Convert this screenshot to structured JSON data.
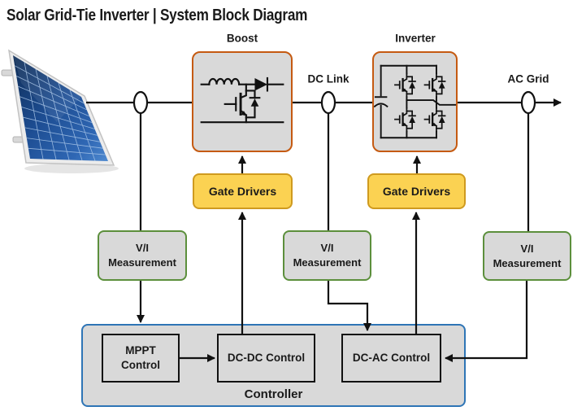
{
  "title": "Solar Grid-Tie Inverter | System Block Diagram",
  "power_path": {
    "boost_label": "Boost",
    "inverter_label": "Inverter",
    "dc_link_label": "DC Link",
    "ac_grid_label": "AC Grid"
  },
  "blocks": {
    "gate_drivers_boost": "Gate Drivers",
    "gate_drivers_inverter": "Gate Drivers",
    "vi_pv": {
      "line1": "V/I",
      "line2": "Measurement"
    },
    "vi_dclink": {
      "line1": "V/I",
      "line2": "Measurement"
    },
    "vi_grid": {
      "line1": "V/I",
      "line2": "Measurement"
    }
  },
  "controller": {
    "label": "Controller",
    "mppt": "MPPT Control",
    "dcdc": "DC-DC Control",
    "dcac": "DC-AC Control"
  },
  "icons": {
    "solar_panel": "solar-panel-photo",
    "sensor": "current-sensor-ellipse",
    "boost_circuit": "boost-converter-schematic",
    "inverter_circuit": "igbt-hbridge-schematic"
  },
  "colors": {
    "block_fill_gray": "#d9d9d9",
    "power_block_border_orange": "#c55a11",
    "gate_driver_fill_yellow": "#fbd252",
    "gate_driver_border": "#cf9a1f",
    "measurement_border_green": "#5c8f3c",
    "controller_border_blue": "#2e75b6",
    "wire_black": "#111111"
  }
}
